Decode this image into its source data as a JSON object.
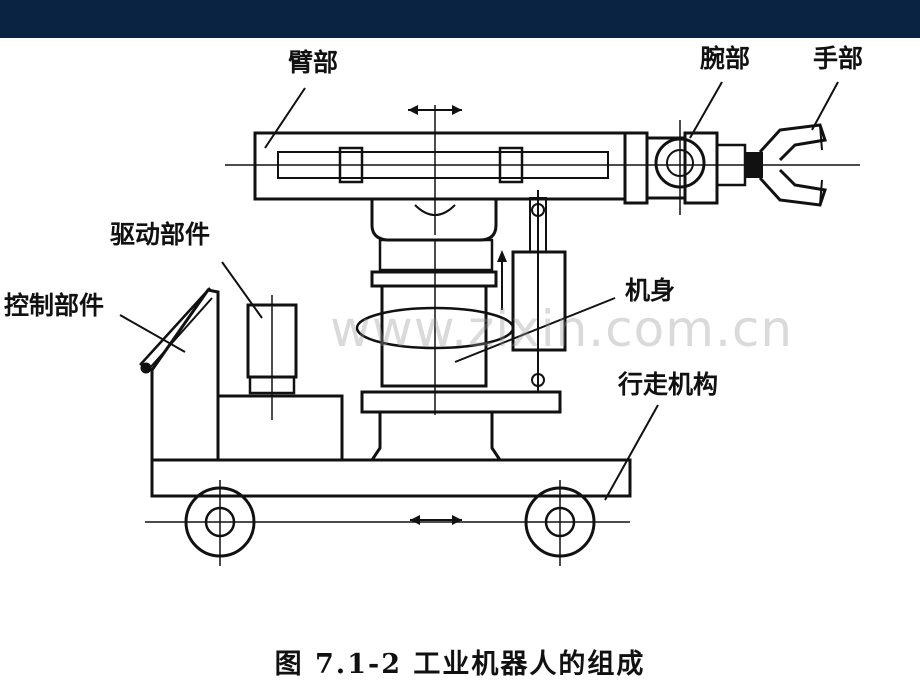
{
  "labels": {
    "arm": "臂部",
    "wrist": "腕部",
    "hand": "手部",
    "drive": "驱动部件",
    "control": "控制部件",
    "body": "机身",
    "walking": "行走机构"
  },
  "caption": "图 7.1-2   工业机器人的组成",
  "watermark": "www.zixin.com.cn",
  "colors": {
    "top_bar": "#0b2343",
    "line": "#111111",
    "background": "#ffffff"
  }
}
